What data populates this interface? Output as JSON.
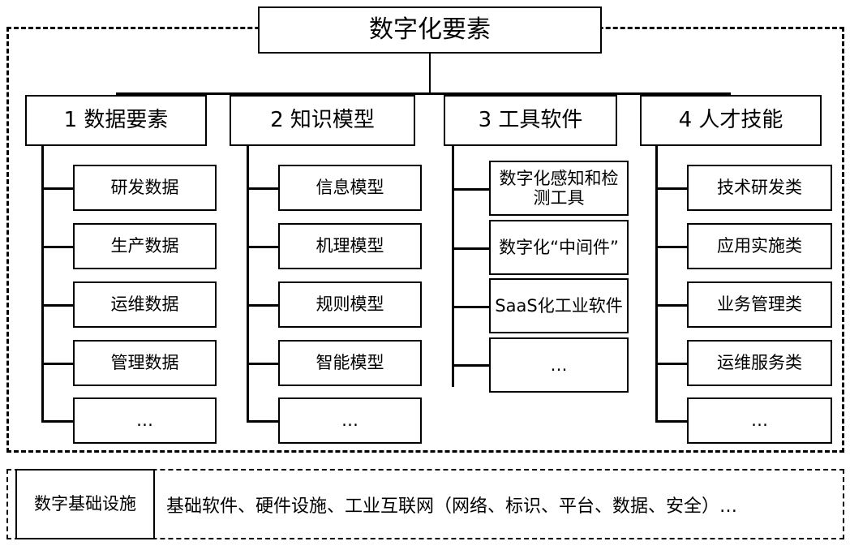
{
  "diagram": {
    "title": "数字化要素",
    "categories": [
      {
        "header": "1 数据要素",
        "items": [
          "研发数据",
          "生产数据",
          "运维数据",
          "管理数据",
          "…"
        ]
      },
      {
        "header": "2 知识模型",
        "items": [
          "信息模型",
          "机理模型",
          "规则模型",
          "智能模型",
          "…"
        ]
      },
      {
        "header": "3 工具软件",
        "items": [
          "数字化感知和检测工具",
          "数字化“中间件”",
          "SaaS化工业软件",
          "…"
        ]
      },
      {
        "header": "4 人才技能",
        "items": [
          "技术研发类",
          "应用实施类",
          "业务管理类",
          "运维服务类",
          "…"
        ]
      }
    ],
    "infrastructure": {
      "label": "数字基础设施",
      "content": "基础软件、硬件设施、工业互联网（网络、标识、平台、数据、安全）…"
    },
    "colors": {
      "stroke": "#000000",
      "background": "#ffffff"
    }
  }
}
